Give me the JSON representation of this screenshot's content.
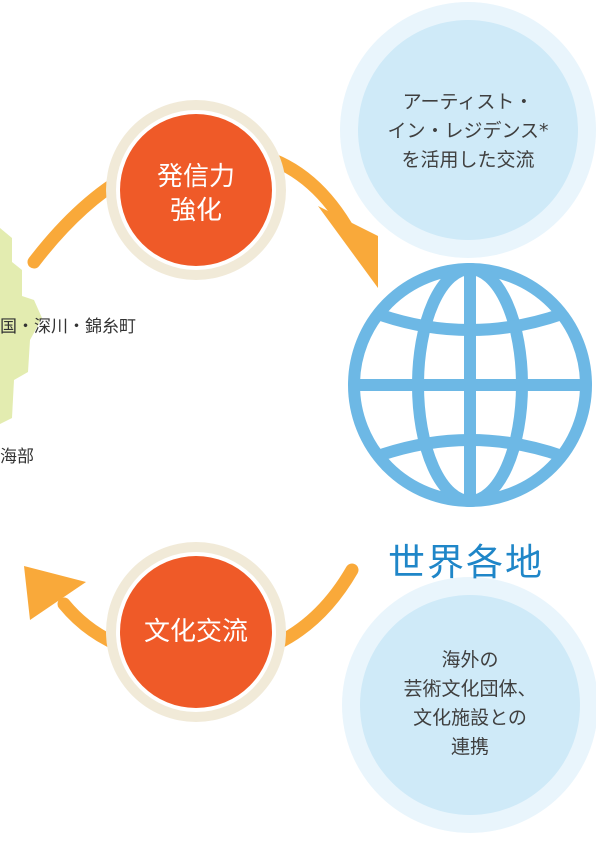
{
  "map": {
    "label_upper": "国・深川・錦糸町",
    "label_lower": "海部"
  },
  "badges": {
    "top": [
      "発信力",
      "強化"
    ],
    "bottom": [
      "文化交流"
    ]
  },
  "bubbles": {
    "top": [
      "アーティスト・",
      "イン・レジデンス*",
      "を活用した交流"
    ],
    "bottom": [
      "海外の",
      "芸術文化団体、",
      "文化施設との",
      "連携"
    ]
  },
  "world": {
    "title": "世界各地"
  },
  "colors": {
    "arrow": "#f9a93a",
    "badge_fill": "#ef5a28",
    "badge_ring": "#f1ead8",
    "bubble_outer": "#e9f5fc",
    "bubble_inner": "#cfeaf8",
    "globe": "#6db8e5",
    "map_shape": "#e3ecb0",
    "world_title": "#1f86c8"
  }
}
